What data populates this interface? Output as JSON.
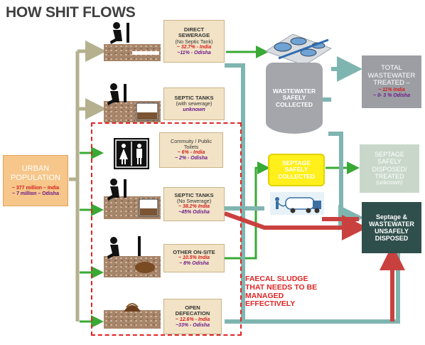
{
  "title": "HOW SHIT FLOWS",
  "urban": {
    "line1": "URBAN",
    "line2": "POPULATION",
    "india": "~ 377 million – India",
    "odisha": "~ 7 million – Odisha"
  },
  "categories": {
    "direct_sewerage": {
      "h1": "DIRECT",
      "h2": "SEWERAGE",
      "sub": "(No Septic Tank)",
      "india": "~ 32.7% - India",
      "odisha": "~11% - Odisha"
    },
    "septic_sewer": {
      "h1": "SEPTIC TANKS",
      "sub": "(with sewerage)",
      "note": "unknown"
    },
    "community": {
      "h1": "Commuity / Public",
      "h2": "Toilets",
      "india": "~ 6% - India",
      "odisha": "~ 2% - Odisha"
    },
    "septic_nosewer": {
      "h1": "SEPTIC TANKS",
      "sub": "(No Sewerage)",
      "india": "~ 38.2% India",
      "odisha": "~45% Odisha"
    },
    "other_onsite": {
      "h1": "OTHER ON-SITE",
      "india": "~ 10.5% India",
      "odisha": "~ 8% Odisha"
    },
    "open_def": {
      "h1": "OPEN",
      "h2": "DEFECATION",
      "india": "~ 12.6% - India",
      "odisha": "~33% - Odisha"
    }
  },
  "wastewater_collected": {
    "l1": "WASTEWATER",
    "l2": "SAFELY",
    "l3": "COLLECTED"
  },
  "total_treated": {
    "l1": "TOTAL",
    "l2": "WASTEWATER",
    "l3": "TREATED –",
    "india": "~ 11% India",
    "odisha": "~ 0- 3 % Odisha"
  },
  "septage_collected": {
    "l1": "SEPTAGE",
    "l2": "SAFELY",
    "l3": "COLLECTED"
  },
  "septage_disposed": {
    "l1": "SEPTAGE",
    "l2": "SAFELY",
    "l3": "DISPOSED/",
    "l4": "TREATED",
    "l5": "(unknown)"
  },
  "unsafe": {
    "l1": "Septage &",
    "l2": "WASTEWATER",
    "l3": "UNSAFELY",
    "l4": "DISPOSED"
  },
  "faecal_sludge": {
    "l1": "FAECAL SLUDGE",
    "l2": "THAT NEEDS TO BE",
    "l3": "MANAGED",
    "l4": "EFFECTIVELY"
  },
  "colors": {
    "trunk": "#b5b08e",
    "green": "#39a935",
    "red": "#c9413f",
    "teal": "#7fb5b0",
    "dark": "#2f4f4c",
    "yellow": "#ffef1a"
  },
  "icons": [
    "squatting-person-icon",
    "toilet-people-icon",
    "treatment-plant-icon",
    "tanker-truck-icon",
    "excreta-pile-icon"
  ]
}
